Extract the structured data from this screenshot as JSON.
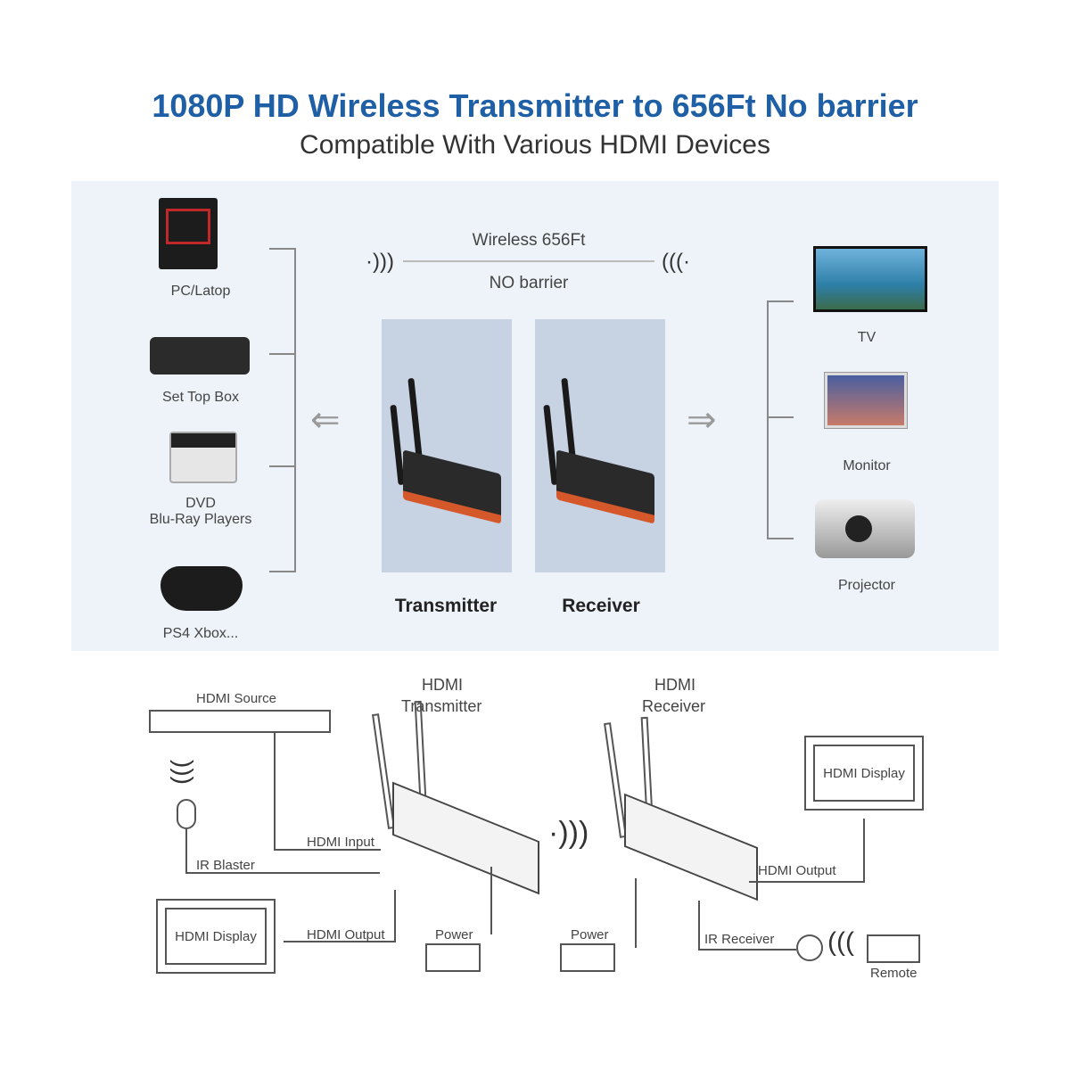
{
  "title": "1080P HD Wireless Transmitter to 656Ft No barrier",
  "subtitle": "Compatible With Various HDMI Devices",
  "wireless": {
    "distance": "Wireless 656Ft",
    "barrier": "NO barrier"
  },
  "sources": [
    {
      "label": "PC/Latop"
    },
    {
      "label": "Set Top Box"
    },
    {
      "label": "DVD",
      "label2": "Blu-Ray Players"
    },
    {
      "label": "PS4 Xbox..."
    }
  ],
  "displays": [
    {
      "label": "TV"
    },
    {
      "label": "Monitor"
    },
    {
      "label": "Projector"
    }
  ],
  "units": {
    "transmitter": "Transmitter",
    "receiver": "Receiver"
  },
  "diagram": {
    "hdmi_source": "HDMI Source",
    "tx_title1": "HDMI",
    "tx_title2": "Transmitter",
    "rx_title1": "HDMI",
    "rx_title2": "Receiver",
    "hdmi_input": "HDMI Input",
    "ir_blaster": "IR Blaster",
    "hdmi_output_left": "HDMI Output",
    "hdmi_display_left": "HDMI Display",
    "power_tx": "Power",
    "power_rx": "Power",
    "hdmi_output_right": "HDMI Output",
    "hdmi_display_right": "HDMI Display",
    "ir_receiver": "IR Receiver",
    "remote": "Remote"
  }
}
